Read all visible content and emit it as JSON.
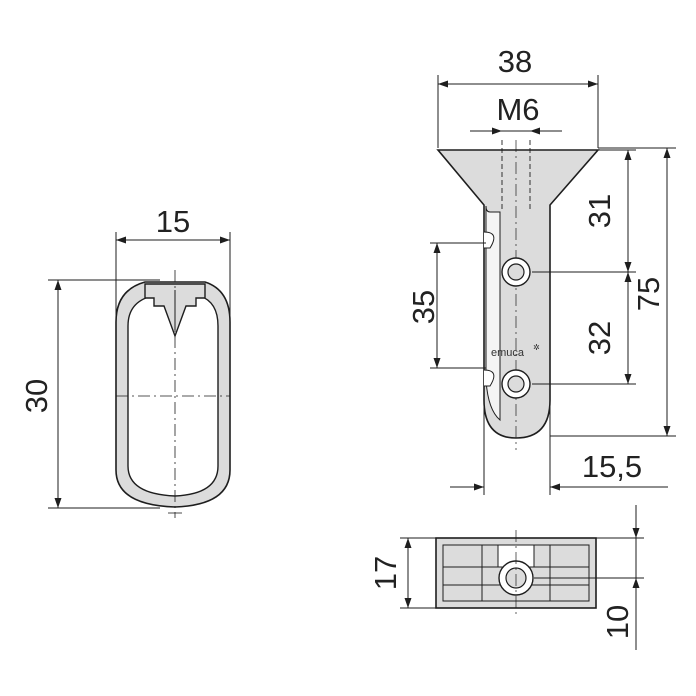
{
  "dimensions": {
    "rail_width": "15",
    "rail_height": "30",
    "bracket_width": "38",
    "thread": "M6",
    "hole_spacing_upper": "31",
    "hole_spacing_lower": "32",
    "total_height": "75",
    "slot_spacing": "35",
    "arm_width": "15,5",
    "base_height": "17",
    "base_offset": "10"
  },
  "brand": "emuca",
  "colors": {
    "part_fill": "#dcdcdc",
    "outline": "#1e1e1e",
    "dimension_line": "#1e1e1e"
  }
}
